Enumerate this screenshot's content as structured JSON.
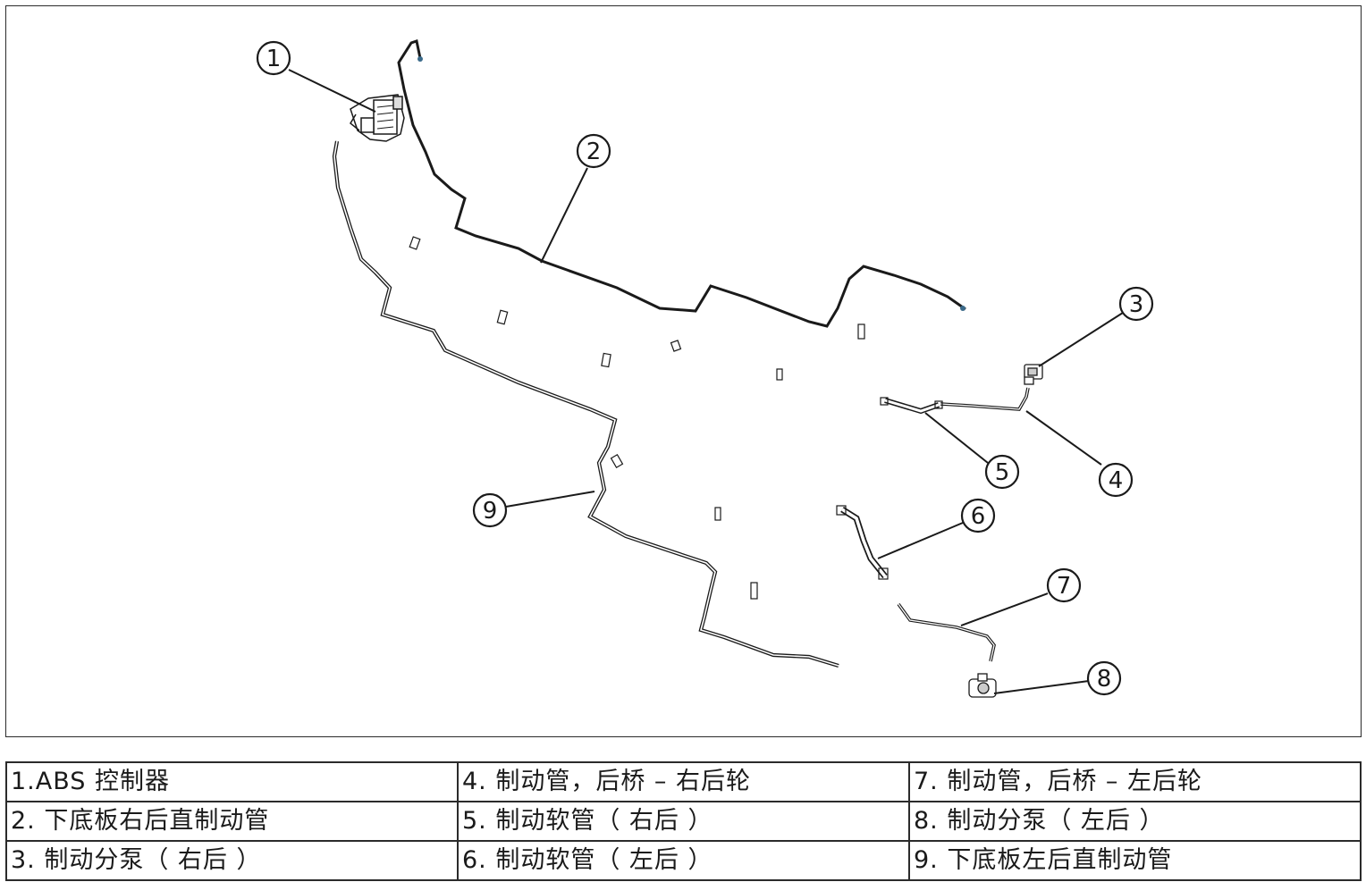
{
  "callouts": [
    "1",
    "2",
    "3",
    "4",
    "5",
    "6",
    "7",
    "8",
    "9"
  ],
  "legend": {
    "rows": [
      [
        "1.ABS 控制器",
        "4. 制动管，后桥 – 右后轮",
        "7. 制动管，后桥 – 左后轮"
      ],
      [
        "2. 下底板右后直制动管",
        "5. 制动软管（ 右后 ）",
        "8. 制动分泵（ 左后 ）"
      ],
      [
        "3. 制动分泵（ 右后 ）",
        "6. 制动软管（ 左后 ）",
        "9. 下底板左后直制动管"
      ]
    ]
  },
  "colors": {
    "line": "#1a1a1a",
    "border": "#2b2b2b"
  }
}
